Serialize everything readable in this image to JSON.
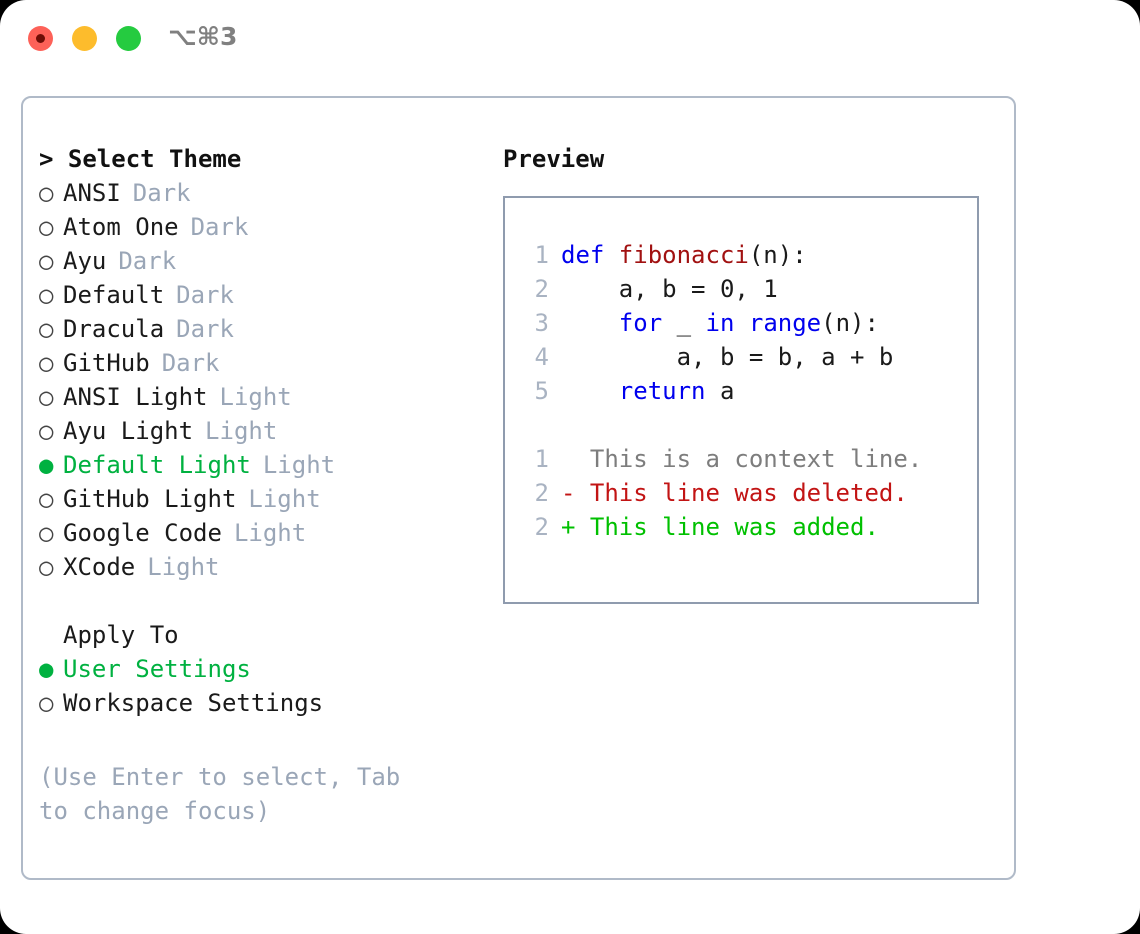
{
  "window": {
    "traffic_lights": [
      "close",
      "minimize",
      "maximize"
    ],
    "shortcut_label": "⌥⌘3",
    "colors": {
      "close": "#fd6158",
      "minimize": "#fdbc2c",
      "maximize": "#25cb40",
      "panel_border": "#b0bac8",
      "preview_border": "#8f9bae",
      "accent_green": "#00b140",
      "muted": "#9aa6b7"
    }
  },
  "theme_picker": {
    "heading": "> Select Theme",
    "bullet_selected": "●",
    "bullet_unselected": "○",
    "items": [
      {
        "name": "ANSI",
        "tag": "Dark",
        "selected": false
      },
      {
        "name": "Atom One",
        "tag": "Dark",
        "selected": false
      },
      {
        "name": "Ayu",
        "tag": "Dark",
        "selected": false
      },
      {
        "name": "Default",
        "tag": "Dark",
        "selected": false
      },
      {
        "name": "Dracula",
        "tag": "Dark",
        "selected": false
      },
      {
        "name": "GitHub",
        "tag": "Dark",
        "selected": false
      },
      {
        "name": "ANSI Light",
        "tag": "Light",
        "selected": false
      },
      {
        "name": "Ayu Light",
        "tag": "Light",
        "selected": false
      },
      {
        "name": "Default Light",
        "tag": "Light",
        "selected": true
      },
      {
        "name": "GitHub Light",
        "tag": "Light",
        "selected": false
      },
      {
        "name": "Google Code",
        "tag": "Light",
        "selected": false
      },
      {
        "name": "XCode",
        "tag": "Light",
        "selected": false
      }
    ]
  },
  "apply_to": {
    "heading": "Apply To",
    "items": [
      {
        "name": "User Settings",
        "selected": true
      },
      {
        "name": "Workspace Settings",
        "selected": false
      }
    ]
  },
  "hint": "(Use Enter to select, Tab to change focus)",
  "preview": {
    "title": "Preview",
    "code_lines": [
      {
        "lineno": "1",
        "tokens": [
          {
            "text": "def ",
            "type": "kw"
          },
          {
            "text": "fibonacci",
            "type": "fn"
          },
          {
            "text": "(n):",
            "type": "plain"
          }
        ]
      },
      {
        "lineno": "2",
        "tokens": [
          {
            "text": "    a, b = 0, 1",
            "type": "plain"
          }
        ]
      },
      {
        "lineno": "3",
        "tokens": [
          {
            "text": "    ",
            "type": "plain"
          },
          {
            "text": "for",
            "type": "kw"
          },
          {
            "text": " _ ",
            "type": "plain"
          },
          {
            "text": "in",
            "type": "kw"
          },
          {
            "text": " ",
            "type": "plain"
          },
          {
            "text": "range",
            "type": "kw"
          },
          {
            "text": "(n):",
            "type": "plain"
          }
        ]
      },
      {
        "lineno": "4",
        "tokens": [
          {
            "text": "        a, b = b, a + b",
            "type": "plain"
          }
        ]
      },
      {
        "lineno": "5",
        "tokens": [
          {
            "text": "    ",
            "type": "plain"
          },
          {
            "text": "return",
            "type": "kw"
          },
          {
            "text": " a",
            "type": "plain"
          }
        ]
      }
    ],
    "diff_lines": [
      {
        "lineno": "1",
        "marker": " ",
        "text": " This is a context line.",
        "type": "ctx"
      },
      {
        "lineno": "2",
        "marker": "-",
        "text": " This line was deleted.",
        "type": "del"
      },
      {
        "lineno": "2",
        "marker": "+",
        "text": " This line was added.",
        "type": "add"
      }
    ]
  }
}
